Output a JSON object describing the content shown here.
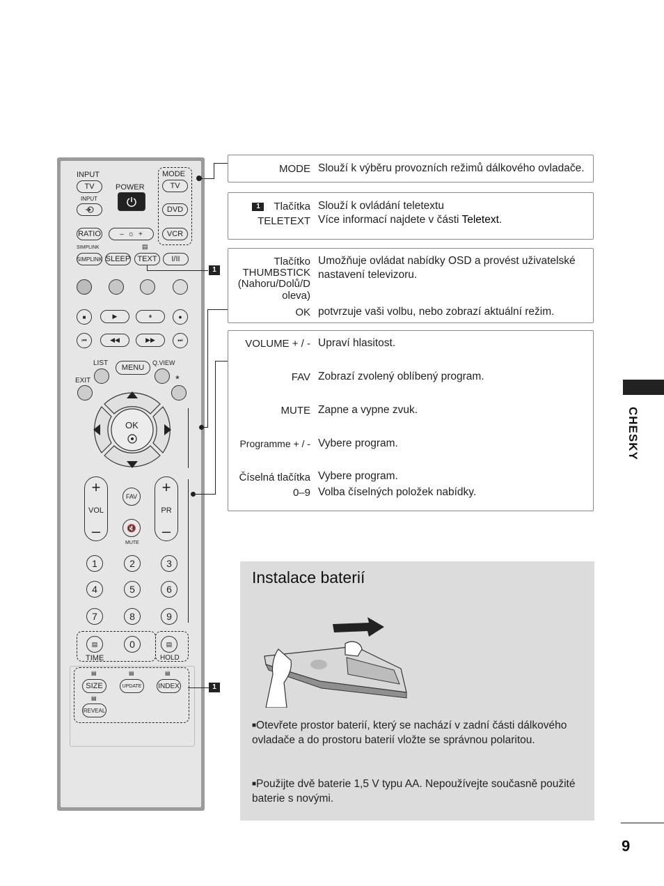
{
  "remote": {
    "input_label": "INPUT",
    "tv": "TV",
    "input_small": "INPUT",
    "power": "POWER",
    "mode": "MODE",
    "mode_tv": "TV",
    "dvd": "DVD",
    "ratio": "RATIO",
    "vcr": "VCR",
    "simplink_logo": "SIMPLINK",
    "simplink": "SIMPLINK",
    "sleep": "SLEEP",
    "text": "TEXT",
    "i_ii": "I/II",
    "list": "LIST",
    "menu": "MENU",
    "qview": "Q.VIEW",
    "exit": "EXIT",
    "star": "*",
    "ok": "OK",
    "vol": "VOL",
    "fav": "FAV",
    "pr": "PR",
    "mute": "MUTE",
    "digits": [
      "1",
      "2",
      "3",
      "4",
      "5",
      "6",
      "7",
      "8",
      "9",
      "0"
    ],
    "time": "TIME",
    "hold": "HOLD",
    "size": "SIZE",
    "update": "UPDATE",
    "index": "INDEX",
    "reveal": "REVEAL",
    "callout_num": "1"
  },
  "boxes": {
    "mode_term": "MODE",
    "mode_desc": "Slouží k výběru provozních režimů dálkového ovladače.",
    "teletext_badge": "1",
    "teletext_term1": "Tlačítka",
    "teletext_term2": "TELETEXT",
    "teletext_desc1": "Slouží k  ovládání teletextu",
    "teletext_desc2a": "Více informací najdete v  části ",
    "teletext_desc2b": "Teletext",
    "teletext_desc2c": ".",
    "thumb_term1": "Tlačítko",
    "thumb_term2": "THUMBSTICK",
    "thumb_term3": "(Nahoru/Dolů/D",
    "thumb_term4": "oleva)",
    "thumb_desc": "Umožňuje ovládat nabídky OSD a provést uživatelské nastavení televizoru.",
    "ok_term": "OK",
    "ok_desc": "potvrzuje vaši volbu, nebo zobrazí aktuální režim.",
    "vol_term": "VOLUME + / -",
    "vol_desc": "Upraví hlasitost.",
    "fav_term": "FAV",
    "fav_desc": "Zobrazí zvolený oblíbený program.",
    "mute_term": "MUTE",
    "mute_desc": "Zapne a vypne zvuk.",
    "prog_term": "Programme + / -",
    "prog_desc": "Vybere program.",
    "num_term1": "Číselná tlačítka",
    "num_term2": "0–9",
    "num_desc1": "Vybere program.",
    "num_desc2": "Volba číselných položek nabídky."
  },
  "battery": {
    "title": "Instalace baterií",
    "bullet1": "Otevřete prostor baterií, který se nachází v zadní části dálkového ovladače a do prostoru baterií vložte se správnou polaritou.",
    "bullet2": "Použijte dvě baterie 1,5 V typu AA. Nepoužívejte současně použité baterie s novými."
  },
  "side_tab": "CHESKY",
  "page_number": "9"
}
